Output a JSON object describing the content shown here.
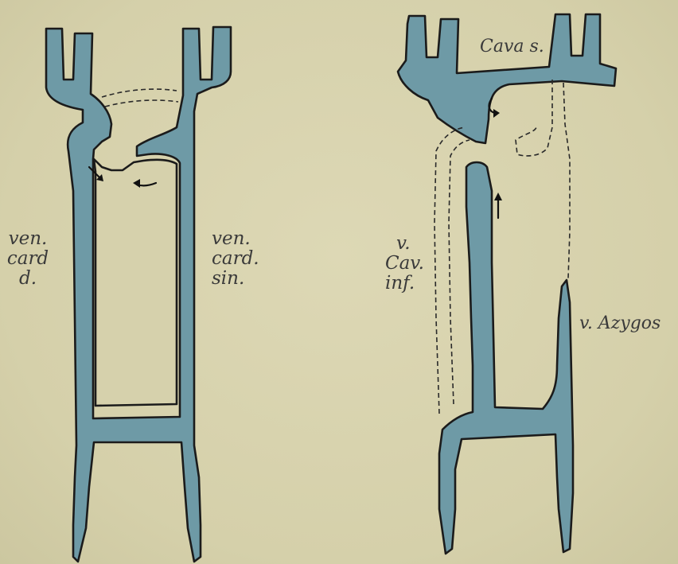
{
  "figure": {
    "colors": {
      "background": "#d8d3ae",
      "vessel_fill": "#6e9aa6",
      "outline": "#1b1b1b"
    },
    "left_panel": {
      "label_right_vein": [
        "ven.",
        "card",
        "d."
      ],
      "label_left_vein": [
        "ven.",
        "card.",
        "sin."
      ]
    },
    "right_panel": {
      "label_sup_cava": "Cava s.",
      "label_inf_cava": [
        "v.",
        "Cav.",
        "inf."
      ],
      "label_azygos": "v. Azygos"
    }
  }
}
